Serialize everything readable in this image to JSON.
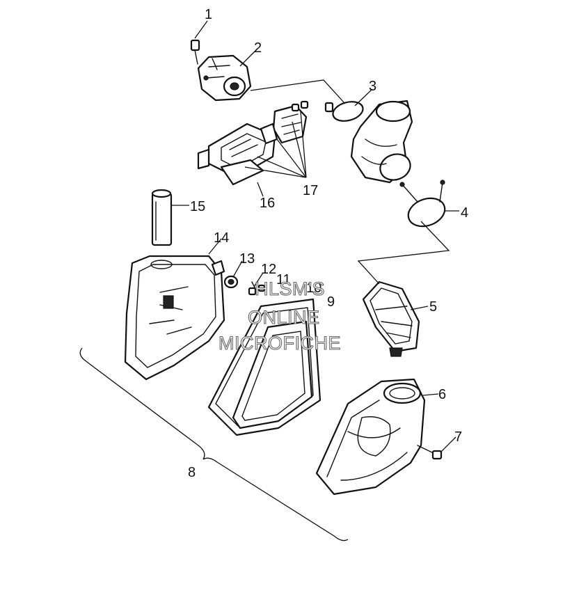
{
  "callouts": {
    "c1": "1",
    "c2": "2",
    "c3": "3",
    "c4": "4",
    "c5": "5",
    "c6": "6",
    "c7": "7",
    "c8": "8",
    "c9": "9",
    "c10": "10",
    "c11": "11",
    "c12": "12",
    "c13": "13",
    "c14": "14",
    "c15": "15",
    "c16": "16",
    "c17": "17"
  },
  "watermark": {
    "line1": "HLSM'S",
    "line2": "ONLINE",
    "line3": "MICROFICHE"
  }
}
